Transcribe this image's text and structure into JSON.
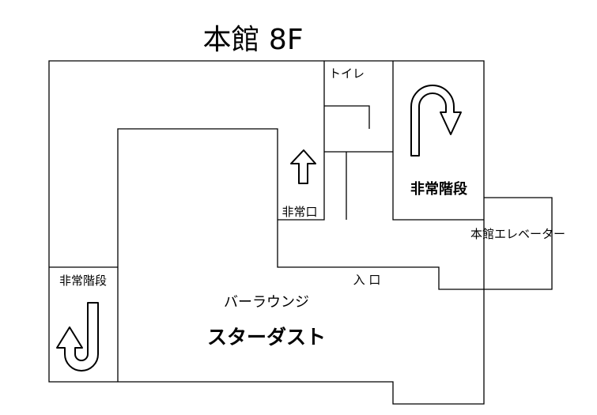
{
  "title": "本館 8F",
  "labels": {
    "toilet": "トイレ",
    "stairs_right": "非常階段",
    "stairs_left": "非常階段",
    "emergency_exit": "非常口",
    "elevator": "本館エレベーター",
    "entrance": "入 口",
    "lounge_type": "バーラウンジ",
    "lounge_name": "スターダスト"
  },
  "colors": {
    "line": "#000000",
    "background": "#ffffff"
  },
  "icons": {
    "stairs_right_arrow": "u-turn-arrow-down",
    "stairs_left_arrow": "j-hook-arrow-up",
    "exit_arrow": "arrow-up-outline"
  }
}
